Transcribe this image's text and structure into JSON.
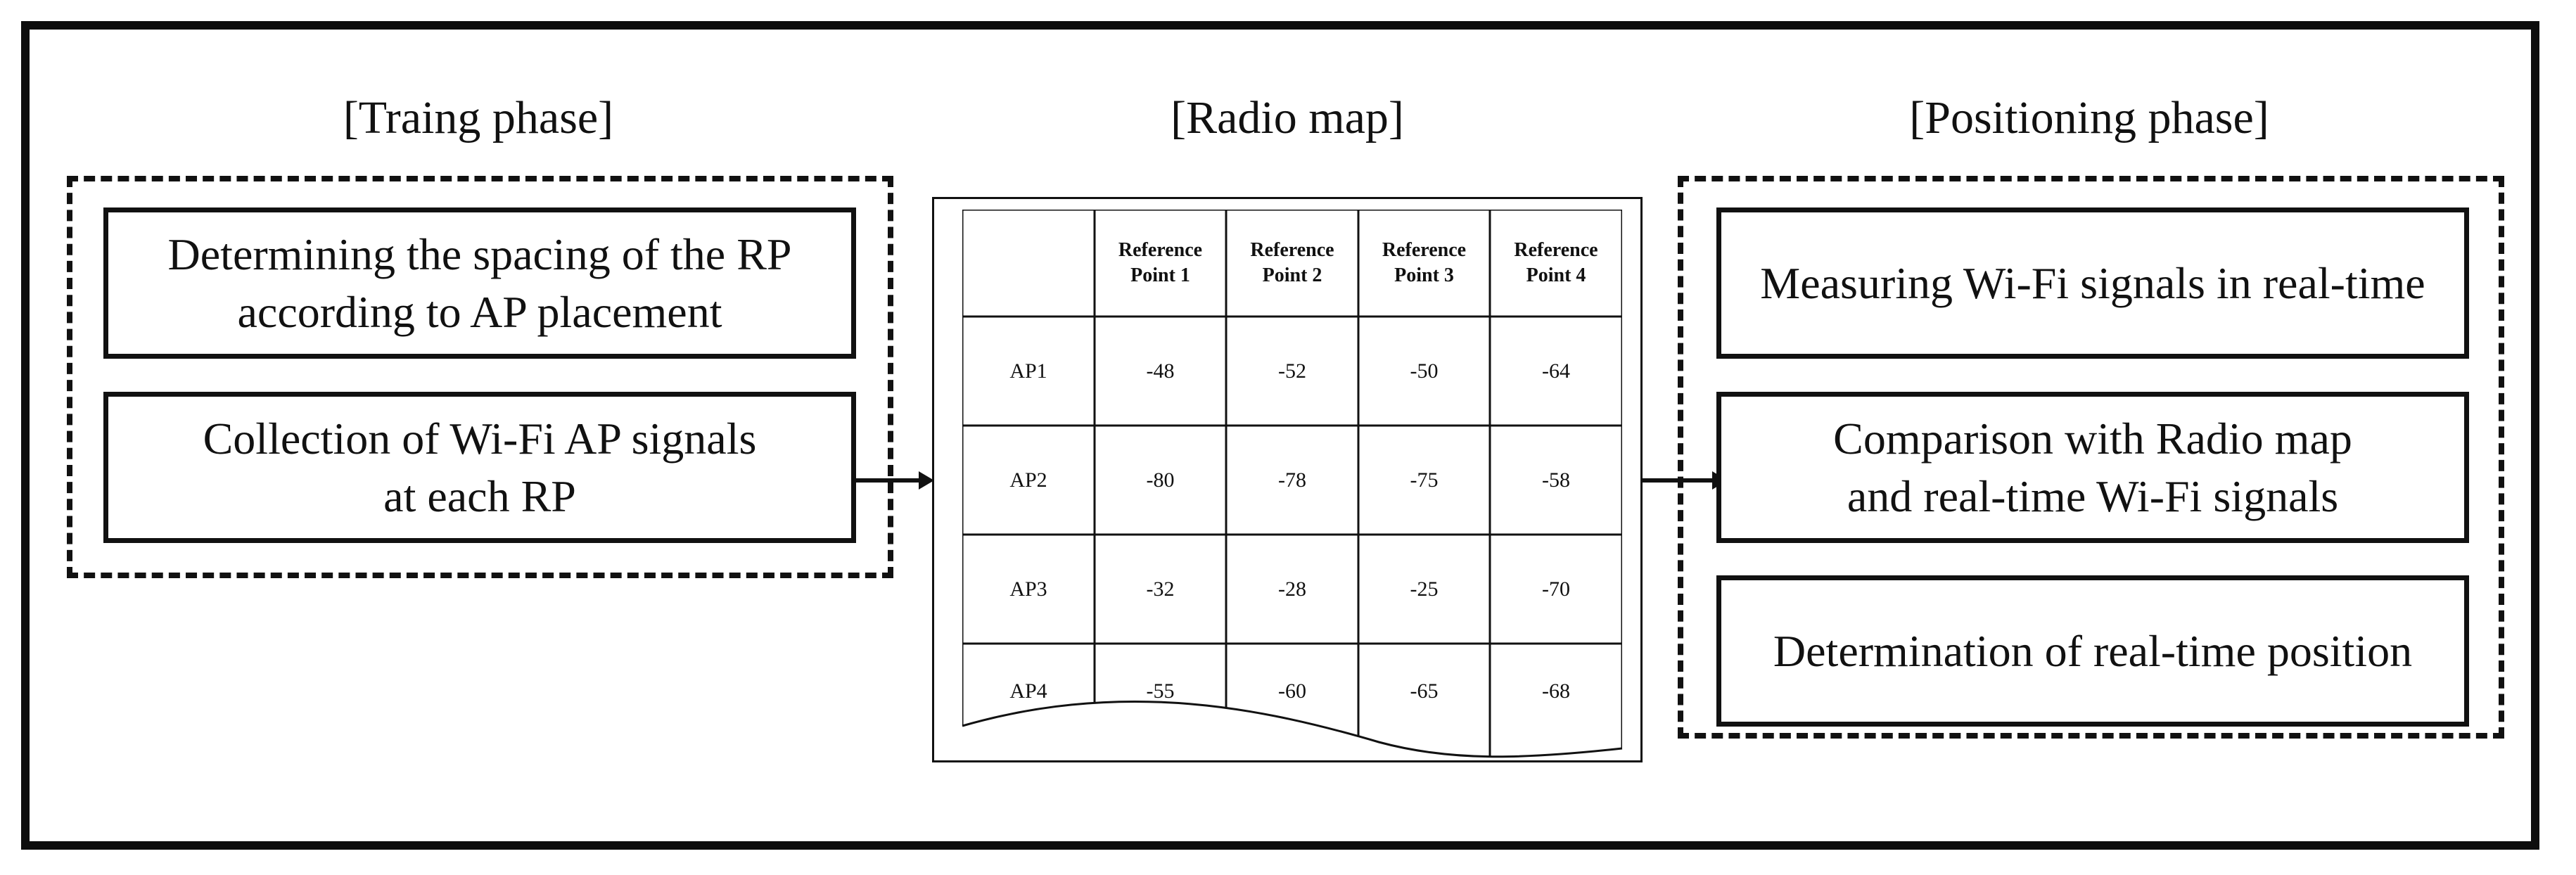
{
  "training": {
    "title": "[Traing phase]",
    "boxes": [
      "Determining the spacing of the RP\naccording to AP placement",
      "Collection of Wi-Fi AP signals\nat each RP"
    ]
  },
  "radio_map": {
    "title": "[Radio map]",
    "columns": [
      "Reference\nPoint 1",
      "Reference\nPoint 2",
      "Reference\nPoint 3",
      "Reference\nPoint 4"
    ],
    "rows": [
      {
        "ap": "AP1",
        "values": [
          "-48",
          "-52",
          "-50",
          "-64"
        ]
      },
      {
        "ap": "AP2",
        "values": [
          "-80",
          "-78",
          "-75",
          "-58"
        ]
      },
      {
        "ap": "AP3",
        "values": [
          "-32",
          "-28",
          "-25",
          "-70"
        ]
      },
      {
        "ap": "AP4",
        "values": [
          "-55",
          "-60",
          "-65",
          "-68"
        ]
      }
    ]
  },
  "positioning": {
    "title": "[Positioning phase]",
    "boxes": [
      "Measuring Wi-Fi signals in real-time",
      "Comparison with Radio map\nand real-time Wi-Fi signals",
      "Determination of real-time position"
    ]
  }
}
